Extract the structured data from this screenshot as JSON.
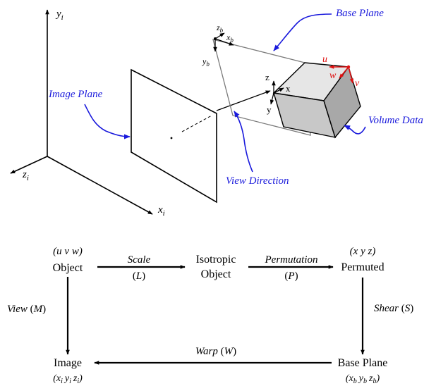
{
  "colors": {
    "line": "#000000",
    "callout": "#1a1adc",
    "uvw_axes": "#e01010",
    "cube_top": "#e6e6e6",
    "cube_front": "#c8c8c8",
    "cube_side": "#a8a8a8",
    "base_plane": "#7a7a7a"
  },
  "scene": {
    "axes": {
      "xi": {
        "main": "x",
        "sub": "i"
      },
      "yi": {
        "main": "y",
        "sub": "i"
      },
      "zi": {
        "main": "z",
        "sub": "i"
      }
    },
    "base_axes": {
      "xb": {
        "main": "x",
        "sub": "b"
      },
      "yb": {
        "main": "y",
        "sub": "b"
      },
      "zb": {
        "main": "z",
        "sub": "b"
      }
    },
    "object_axes": {
      "x": "x",
      "y": "y",
      "z": "z"
    },
    "uvw": {
      "u": "u",
      "v": "v",
      "w": "w"
    },
    "callouts": {
      "image_plane": "Image Plane",
      "base_plane": "Base Plane",
      "volume_data": "Volume Data",
      "view_direction": "View Direction"
    }
  },
  "flow": {
    "object": {
      "coords": "(u v w)",
      "label": "Object"
    },
    "isotropic": {
      "line1": "Isotropic",
      "line2": "Object"
    },
    "permuted": {
      "coords": "(x  y  z)",
      "label": "Permuted"
    },
    "image": {
      "label": "Image"
    },
    "base_plane": {
      "label": "Base Plane"
    },
    "scale": {
      "name": "Scale",
      "symbol": "L"
    },
    "permutation": {
      "name": "Permutation",
      "symbol": "P"
    },
    "shear": {
      "name": "Shear",
      "symbol": "S"
    },
    "warp": {
      "name": "Warp",
      "symbol": "W"
    },
    "view": {
      "name": "View",
      "symbol": "M"
    },
    "image_coords": {
      "x": "x",
      "xs": "i",
      "y": "y",
      "ys": "i",
      "z": "z",
      "zs": "i"
    },
    "base_coords": {
      "x": "x",
      "xs": "b",
      "y": "y",
      "ys": "b",
      "z": "z",
      "zs": "b"
    },
    "paren_open": "(",
    "paren_close": ")"
  }
}
